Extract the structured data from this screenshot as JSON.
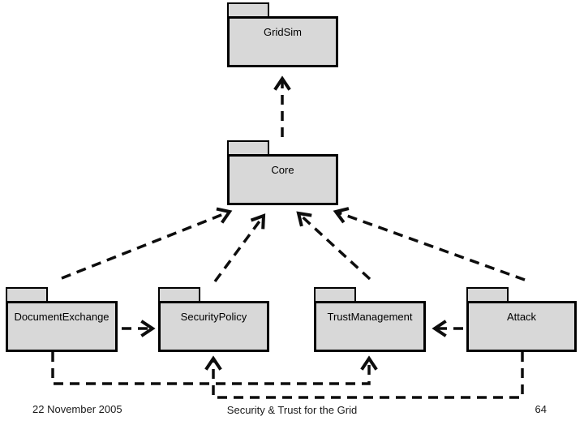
{
  "diagram": {
    "type": "uml-package-diagram",
    "packages": {
      "gridsim": {
        "label": "GridSim"
      },
      "core": {
        "label": "Core"
      },
      "document_exchange": {
        "label": "DocumentExchange"
      },
      "security_policy": {
        "label": "SecurityPolicy"
      },
      "trust_management": {
        "label": "TrustManagement"
      },
      "attack": {
        "label": "Attack"
      }
    },
    "dependencies": [
      {
        "from": "Core",
        "to": "GridSim"
      },
      {
        "from": "DocumentExchange",
        "to": "Core"
      },
      {
        "from": "SecurityPolicy",
        "to": "Core"
      },
      {
        "from": "TrustManagement",
        "to": "Core"
      },
      {
        "from": "Attack",
        "to": "Core"
      },
      {
        "from": "DocumentExchange",
        "to": "SecurityPolicy"
      },
      {
        "from": "Attack",
        "to": "TrustManagement"
      },
      {
        "from": "DocumentExchange",
        "to": "TrustManagement"
      },
      {
        "from": "Attack",
        "to": "SecurityPolicy"
      }
    ],
    "colors": {
      "package_fill": "#d8d8d8",
      "package_border": "#000000",
      "arrow": "#0d0d0d",
      "background": "#ffffff"
    }
  },
  "footer": {
    "date": "22 November 2005",
    "title": "Security & Trust for the Grid",
    "page_number": "64"
  }
}
